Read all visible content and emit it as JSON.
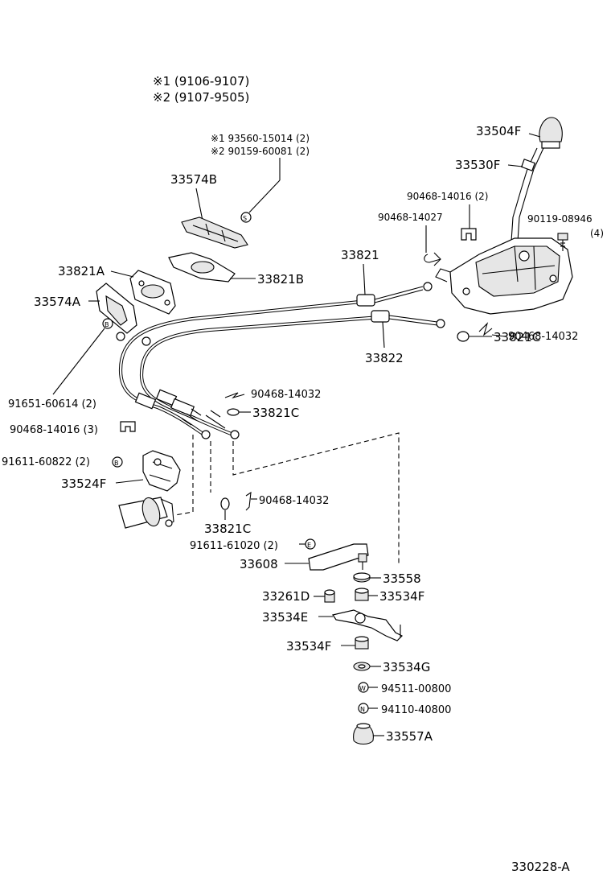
{
  "notes": {
    "n1": "※1  (9106-9107)",
    "n2": "※2  (9107-9505)",
    "s1": "※1  93560-15014 (2)",
    "s2": "※2  90159-60081 (2)"
  },
  "labels": {
    "p33504F": "33504F",
    "p33530F": "33530F",
    "p90468_14016_2": "90468-14016 (2)",
    "p90468_14027": "90468-14027",
    "p90119_08946": "90119-08946",
    "p90119_qty": "(4)",
    "p33574B": "33574B",
    "p33821A": "33821A",
    "p33821B": "33821B",
    "p33574A": "33574A",
    "p33821": "33821",
    "p33821C_top": "33821C",
    "p90468_14032_right": "90468-14032",
    "p33822": "33822",
    "p91651": "91651-60614 (2)",
    "p90468_14016_3": "90468-14016 (3)",
    "p91611_60822": "91611-60822 (2)",
    "p33524F": "33524F",
    "p90468_14032_mid": "90468-14032",
    "p33821C_mid": "33821C",
    "p90468_14032_low": "90468-14032",
    "p33821C_low": "33821C",
    "p91611_61020": "91611-61020 (2)",
    "p33608": "33608",
    "p33558": "33558",
    "p33261D": "33261D",
    "p33534F_a": "33534F",
    "p33534E": "33534E",
    "p33534F_b": "33534F",
    "p33534G": "33534G",
    "p94511": "94511-00800",
    "p94110": "94110-40800",
    "p33557A": "33557A"
  },
  "symbols": {
    "s": "S",
    "b": "B",
    "e": "E",
    "w": "W",
    "n": "N"
  },
  "footer": {
    "code": "330228-A"
  }
}
